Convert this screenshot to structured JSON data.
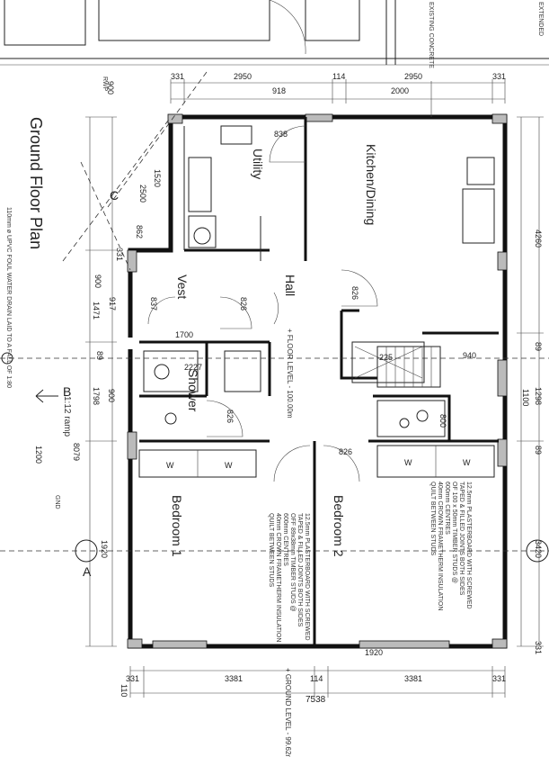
{
  "title": "Ground Floor Plan",
  "drain_note": "110mm ø UPVC FOUL WATER DRAIN LAID TO A FALL OF 1:80",
  "rooms": {
    "utility": "Utility",
    "kitchen": "Kitchen/Dining",
    "hall": "Hall",
    "vest": "Vest",
    "shower": "Shower",
    "bedroom1": "Bedroom 1",
    "bedroom2": "Bedroom 2"
  },
  "notes": {
    "floor_level": "+ FLOOR LEVEL - 100.00m",
    "ground_level": "+ GROUND LEVEL - 99.62m",
    "ramp": "1:12 ramp",
    "partition_a": [
      "12.5mm PLASTERBOARD WITH SCREWED",
      "TAPED & FILLED JOINTS BOTH SIDES",
      "OF 100 x 50mm TIMBER STUDS @",
      "600mm CENTRES",
      "40mm CROWN FRAMETHERM INSULATION",
      "QUILT BETWEEN STUDS"
    ],
    "partition_b": [
      "12.5mm PLASTERBOARD WITH SCREWED",
      "TAPED & FILLED JOINTS BOTH SIDES",
      "OFF 89x38mm TIMBER STUDS @",
      "600mm CENTRES",
      "40mm CROWN FRAMETHERM INSULATION",
      "QUILT BETWEEN STUDS"
    ],
    "rainwater_pipe": "RWP",
    "sewer": "GND",
    "concrete": "EXISTING CONCRETE",
    "extended": "EXTENDED"
  },
  "dimensions": {
    "top": [
      "331",
      "2950",
      "114",
      "2950",
      "331"
    ],
    "top_inner": [
      "918",
      "2000"
    ],
    "bottom": [
      "331",
      "3381",
      "114",
      "3381",
      "331"
    ],
    "bottom_total": "7538",
    "left": [
      "900",
      "1520",
      "2500",
      "862",
      "331",
      "900",
      "1471",
      "917",
      "89",
      "1798",
      "1200"
    ],
    "right": [
      "4260",
      "89",
      "1298",
      "89",
      "3420",
      "331"
    ],
    "doors": [
      "838",
      "826",
      "837",
      "826",
      "826",
      "826"
    ],
    "misc": [
      "1700",
      "2227",
      "900",
      "1920",
      "1920",
      "940",
      "1100",
      "800",
      "225",
      "8079",
      "110"
    ]
  },
  "section_marks": [
    "A",
    "B",
    "C"
  ],
  "wardrobe_mark": "W"
}
